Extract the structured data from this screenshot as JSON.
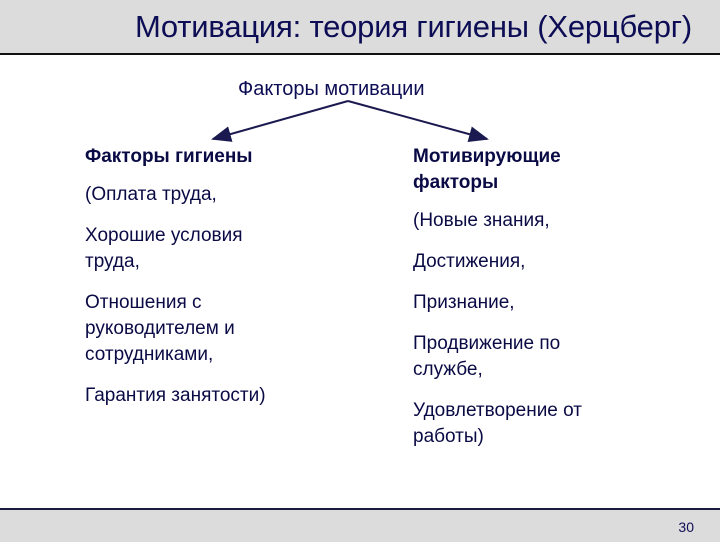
{
  "slide": {
    "title": "Мотивация: теория гигиены (Херцберг)",
    "page_number": "30",
    "colors": {
      "band": "#dcdcdc",
      "text": "#0a0a45",
      "arrow": "#1a1a50"
    }
  },
  "diagram": {
    "root": "Факторы мотивации",
    "left": {
      "heading": "Факторы гигиены",
      "items": [
        "(Оплата труда,",
        "Хорошие условия труда,",
        "Отношения с руководителем и сотрудниками,",
        "Гарантия занятости)"
      ]
    },
    "right": {
      "heading": "Мотивирующие факторы",
      "items": [
        "(Новые знания,",
        "Достижения,",
        "Признание,",
        "Продвижение по службе,",
        "Удовлетворение от работы)"
      ]
    }
  }
}
